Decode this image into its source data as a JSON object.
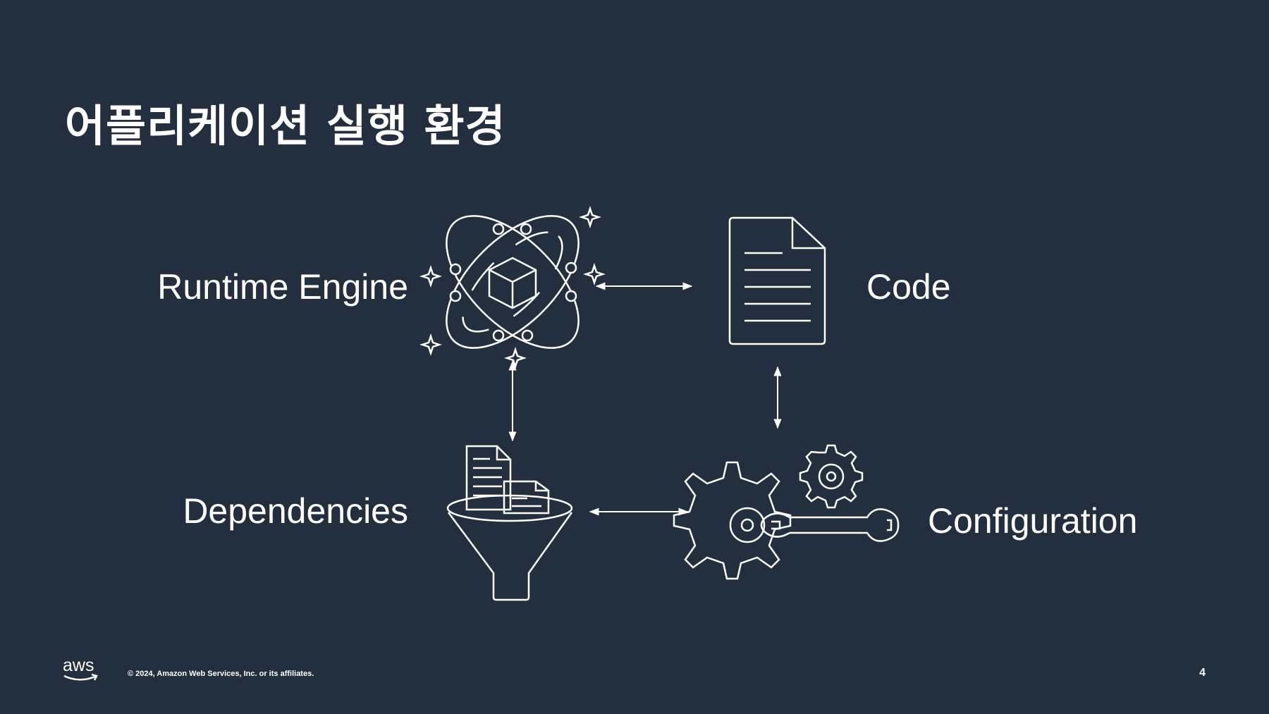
{
  "slide": {
    "title": "어플리케이션 실행 환경",
    "page_number": "4"
  },
  "diagram": {
    "nodes": {
      "runtime_engine": "Runtime Engine",
      "code": "Code",
      "dependencies": "Dependencies",
      "configuration": "Configuration"
    },
    "connections": [
      [
        "Runtime Engine",
        "Code"
      ],
      [
        "Code",
        "Configuration"
      ],
      [
        "Configuration",
        "Dependencies"
      ],
      [
        "Dependencies",
        "Runtime Engine"
      ]
    ]
  },
  "footer": {
    "logo_text": "aws",
    "copyright": "© 2024, Amazon Web Services, Inc. or its affiliates."
  },
  "colors": {
    "background": "#232f3e",
    "foreground": "#ffffff"
  }
}
